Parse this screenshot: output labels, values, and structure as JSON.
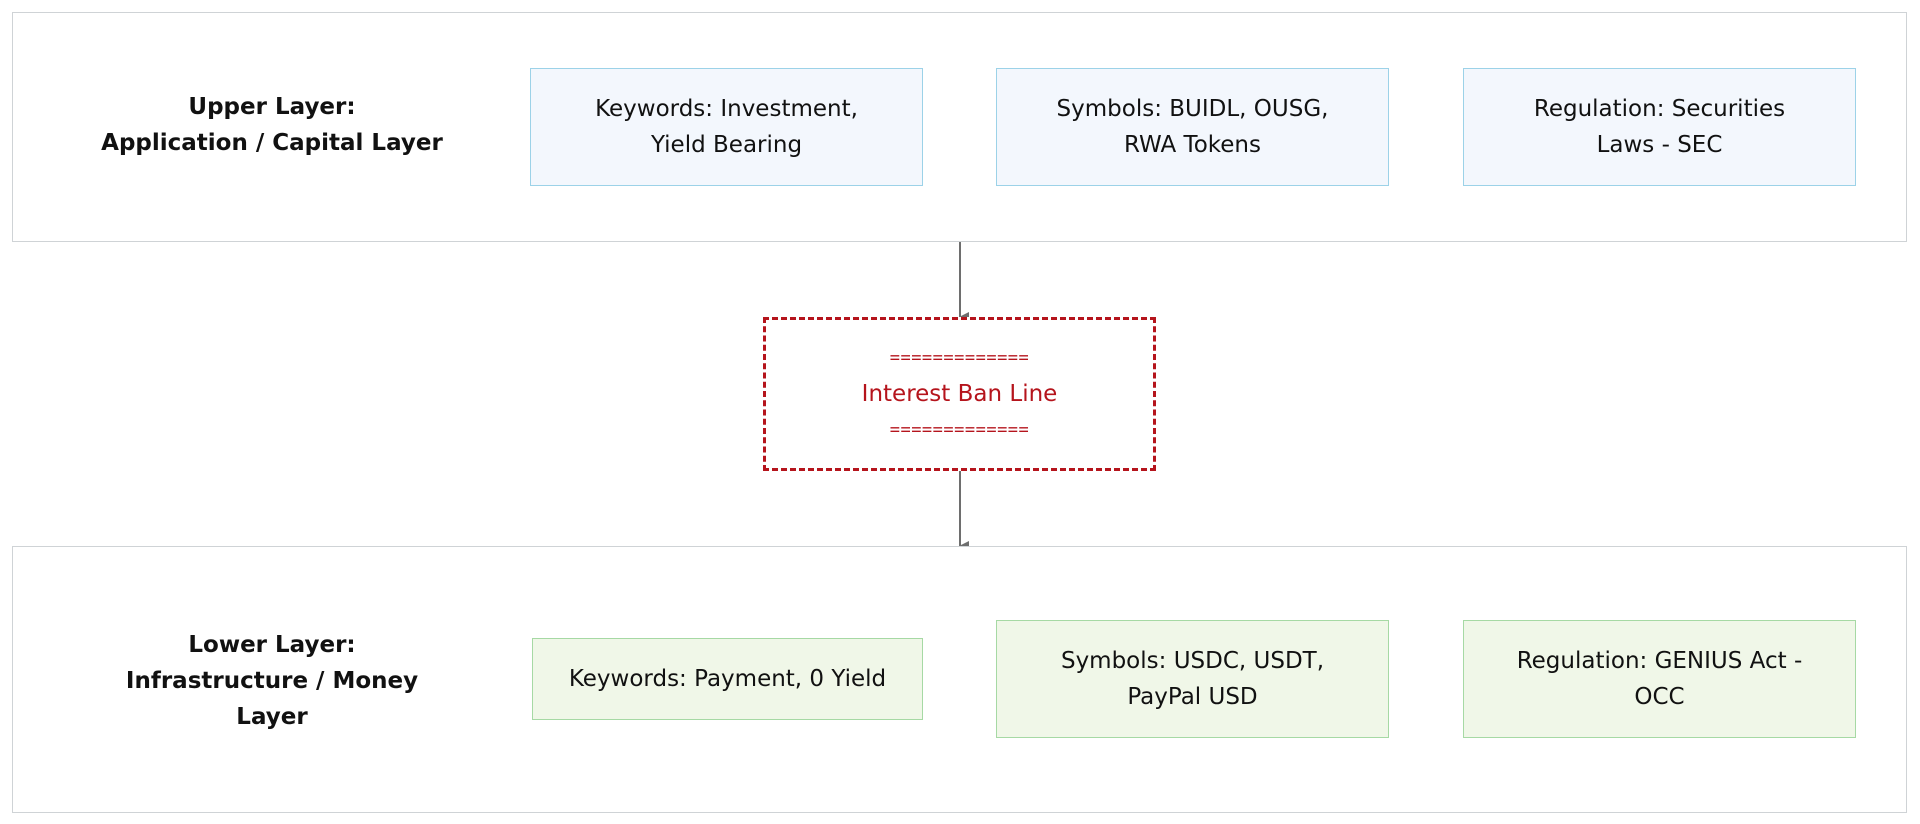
{
  "upper_layer": {
    "title": "Upper Layer:\nApplication / Capital Layer",
    "boxes": [
      {
        "text": "Keywords: Investment,\nYield Bearing"
      },
      {
        "text": "Symbols: BUIDL, OUSG,\nRWA Tokens"
      },
      {
        "text": "Regulation: Securities\nLaws - SEC"
      }
    ]
  },
  "ban_line": {
    "rule_top": "=============",
    "label": "Interest Ban Line",
    "rule_bottom": "============="
  },
  "lower_layer": {
    "title": "Lower Layer:\nInfrastructure / Money\nLayer",
    "boxes": [
      {
        "text": "Keywords: Payment, 0 Yield"
      },
      {
        "text": "Symbols: USDC, USDT,\nPayPal USD"
      },
      {
        "text": "Regulation: GENIUS Act -\nOCC"
      }
    ]
  },
  "colors": {
    "upper_box_fill": "#f3f7fd",
    "upper_box_border": "#9cd2e8",
    "lower_box_fill": "#f0f7e8",
    "lower_box_border": "#a6d9a4",
    "ban_color": "#b5141c",
    "arrow_color": "#6e6e6e"
  }
}
